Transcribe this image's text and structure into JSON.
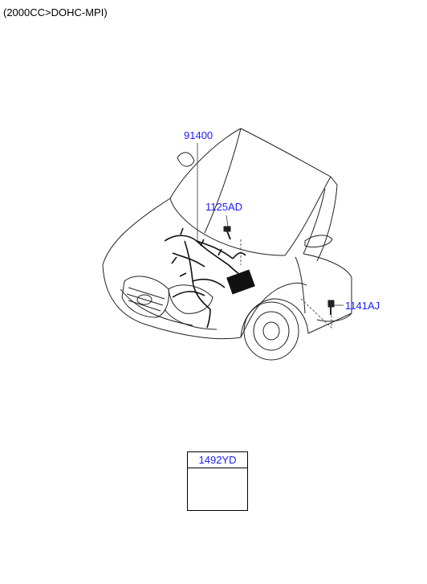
{
  "header": {
    "spec": "(2000CC>DOHC-MPI)"
  },
  "callouts": {
    "harness": "91400",
    "bolt_upper": "1125AD",
    "bolt_side": "1141AJ"
  },
  "parts_box": {
    "label": "1492YD"
  },
  "colors": {
    "callout": "#1a1aff",
    "line": "#000000"
  }
}
